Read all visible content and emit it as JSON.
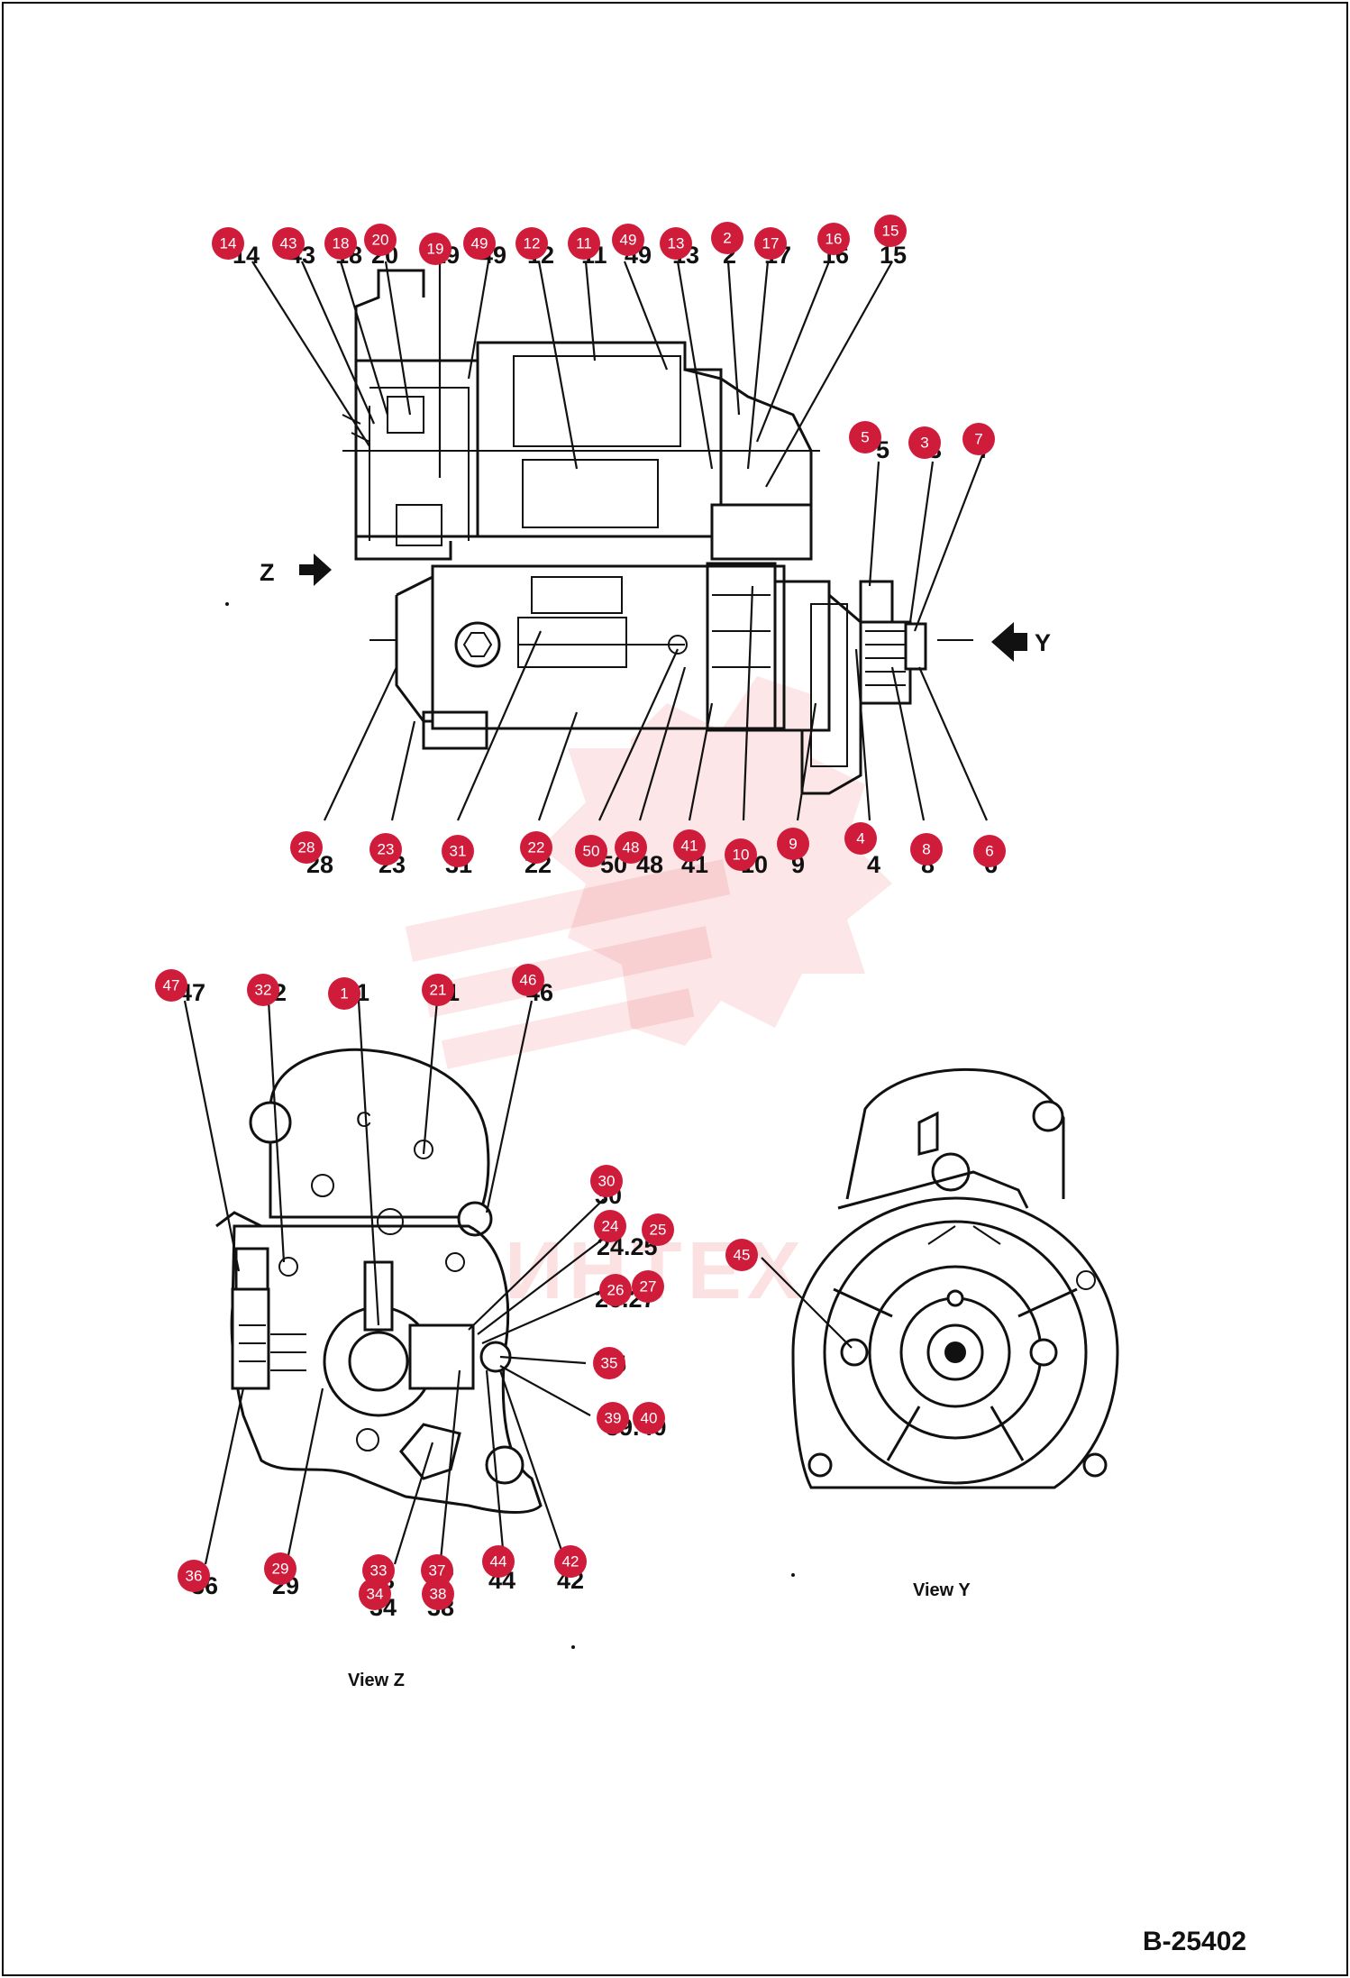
{
  "drawing_number": "B-25402",
  "watermark": "ИНТЕХ",
  "arrows": {
    "z": "Z",
    "y": "Y"
  },
  "captions": {
    "view_z": "View Z",
    "view_y": "View Y"
  },
  "colors": {
    "badge": "#d01c3b",
    "line": "#111111",
    "watermark": "#e8323c"
  },
  "printed_numbers": [
    "14",
    "43",
    "18",
    "20",
    "19",
    "49",
    "12",
    "11",
    "49",
    "13",
    "2",
    "17",
    "16",
    "15",
    "5",
    "3",
    "7",
    "28",
    "23",
    "31",
    "22",
    "50",
    "48",
    "41",
    "10",
    "9",
    "4",
    "8",
    "6",
    "47",
    "32",
    "1",
    "21",
    "46",
    "30",
    "24.25",
    "26.27",
    "35",
    "39.40",
    "36",
    "29",
    "33",
    "37",
    "44",
    "42",
    "34",
    "38"
  ],
  "callouts": [
    "14",
    "43",
    "18",
    "20",
    "19",
    "49",
    "12",
    "11",
    "49",
    "13",
    "2",
    "17",
    "16",
    "15",
    "5",
    "3",
    "7",
    "28",
    "23",
    "31",
    "22",
    "50",
    "48",
    "41",
    "10",
    "9",
    "4",
    "8",
    "6",
    "47",
    "32",
    "1",
    "21",
    "46",
    "30",
    "24",
    "25",
    "26",
    "27",
    "35",
    "39",
    "40",
    "45",
    "36",
    "29",
    "33",
    "37",
    "44",
    "42",
    "34",
    "38"
  ]
}
